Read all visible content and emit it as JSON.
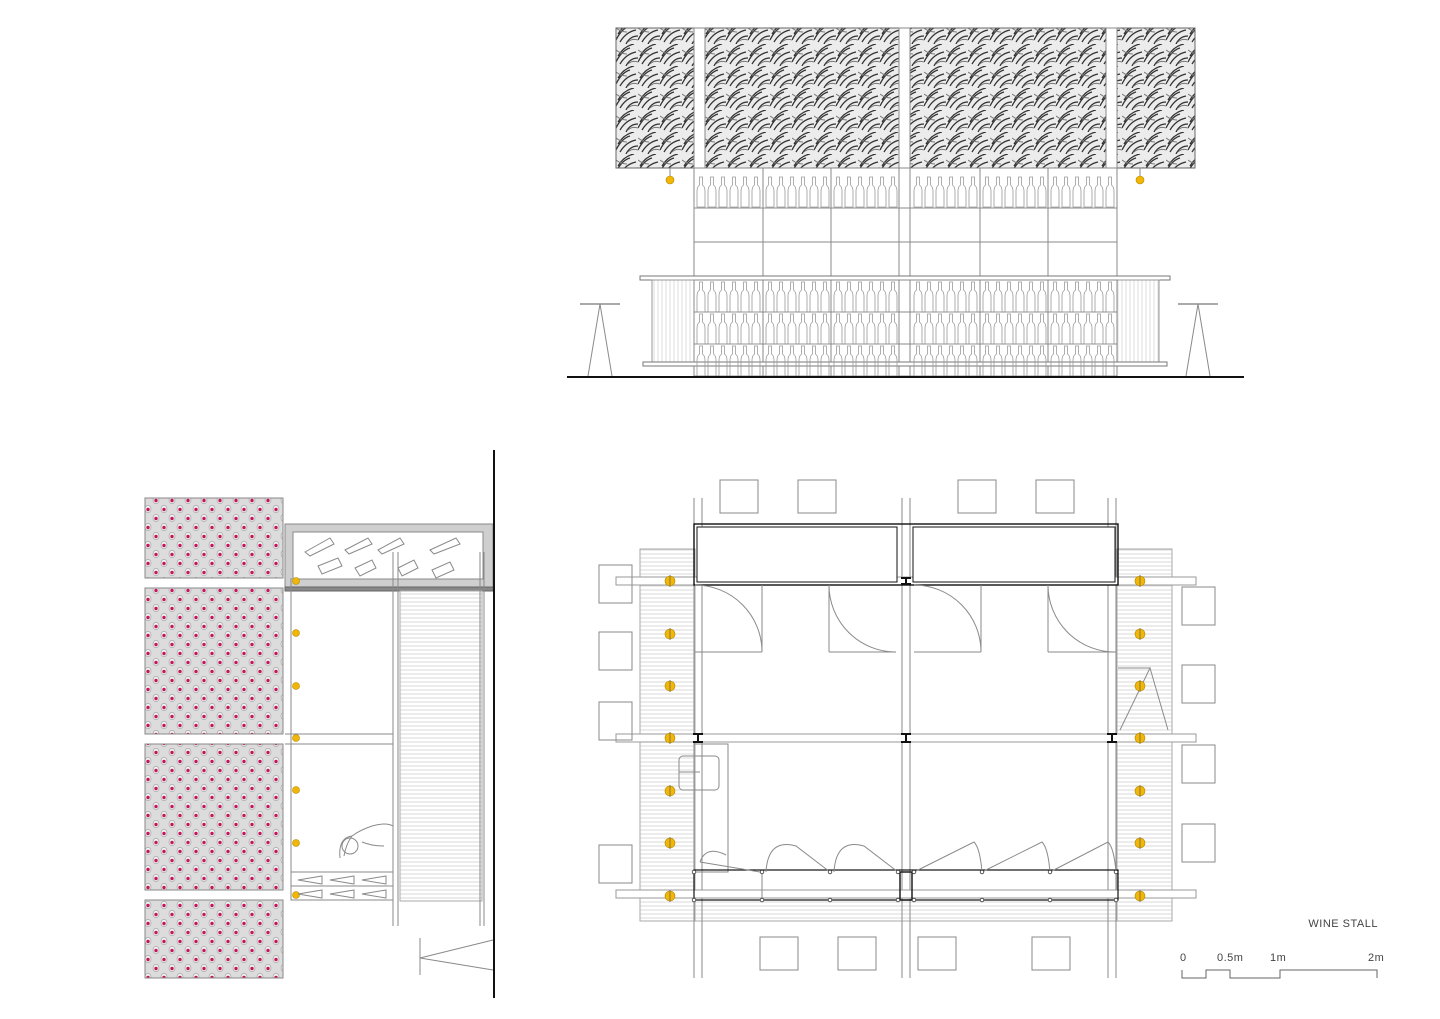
{
  "drawing": {
    "title": "WINE STALL",
    "scale_labels": [
      "0",
      "0.5m",
      "1m",
      "2m"
    ]
  },
  "colors": {
    "lamp": "#f2b705",
    "wine_pattern": "#c2185b",
    "line": "#8a8a8a",
    "ink": "#111111"
  }
}
